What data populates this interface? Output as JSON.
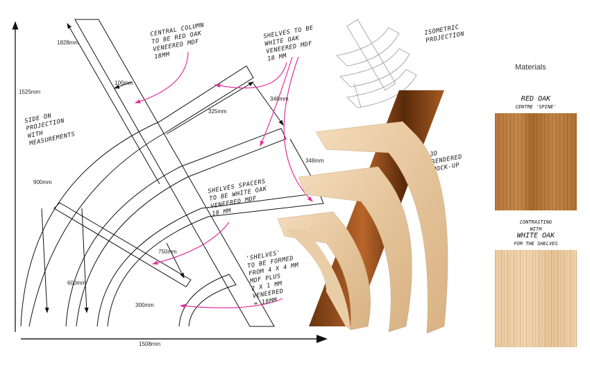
{
  "dimensions": {
    "height_total": "1525mm",
    "column_length": "1828mm",
    "column_width": "100mm",
    "shelf_depth": "325mm",
    "shelf_spacing_top": "348mm",
    "shelf_spacing_mid": "348mm",
    "radius_outer": "900mm",
    "radius_middle": "750mm",
    "radius_inner_2": "600mm",
    "radius_inner": "300mm",
    "width_total": "1508mm"
  },
  "notes": {
    "central_column": [
      "CENTRAL COLUMN",
      "TO BE RED OAK",
      "VENEERED MDF",
      "18MM"
    ],
    "shelves": [
      "SHELVES TO BE",
      "WHITE OAK",
      "VENEERED MDF",
      "18 MM"
    ],
    "side_projection": [
      "SIDE ON",
      "PROJECTION",
      "WITH",
      "MEASUREMENTS"
    ],
    "spacers": [
      "SHELVES SPACERS",
      "TO BE WHITE OAK",
      "VENEERED MDF",
      "18 MM"
    ],
    "formed": [
      "'SHELVES'",
      "TO BE FORMED",
      "FROM 4 X 4 MM",
      "MDF PLUS",
      "2 X 1 MM",
      "VENEERED",
      "= 18MM"
    ],
    "isometric": [
      "ISOMETRIC",
      "PROJECTION"
    ],
    "rendered": [
      "3D",
      "RENDERED",
      "MOCK-UP"
    ]
  },
  "materials": {
    "title": "Materials",
    "red_oak_title": "RED OAK",
    "red_oak_sub": "CENTRE 'SPINE'",
    "contrast_1": "CONTRASTING",
    "contrast_2": "WITH",
    "white_oak_title": "WHITE OAK",
    "white_oak_sub": "FOR THE SHELVES"
  },
  "colors": {
    "annotation": "#e0309a",
    "red_oak": "#b8783a",
    "white_oak": "#ecc9a0"
  }
}
